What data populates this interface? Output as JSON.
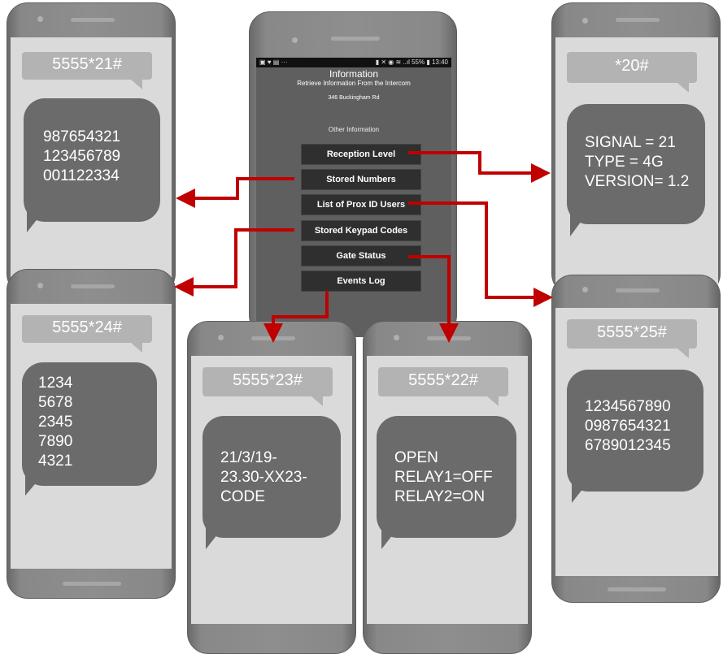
{
  "app": {
    "title": "Information",
    "subtitle": "Retrieve Information From the Intercom",
    "address": "346 Buckingham Rd",
    "section": "Other Information",
    "status_time": "13:40",
    "status_battery": "55%"
  },
  "menu": [
    {
      "label": "Reception Level"
    },
    {
      "label": "Stored Numbers"
    },
    {
      "label": "List of Prox ID Users"
    },
    {
      "label": "Stored Keypad Codes"
    },
    {
      "label": "Gate Status"
    },
    {
      "label": "Events Log"
    }
  ],
  "phones": {
    "top_left": {
      "code": "5555*21#",
      "reply": "987654321\n123456789\n001122334"
    },
    "bottom_left": {
      "code": "5555*24#",
      "reply": "1234\n5678\n2345\n7890\n4321"
    },
    "top_right": {
      "code": "*20#",
      "reply": "SIGNAL = 21\nTYPE = 4G\nVERSION= 1.2"
    },
    "bottom_right": {
      "code": "5555*25#",
      "reply": "1234567890\n0987654321\n6789012345"
    },
    "bottom_mid_left": {
      "code": "5555*23#",
      "reply": "21/3/19-\n23.30-XX23-\nCODE"
    },
    "bottom_mid_right": {
      "code": "5555*22#",
      "reply": "OPEN\nRELAY1=OFF\nRELAY2=ON"
    }
  },
  "colors": {
    "arrow": "#c00000",
    "button": "#2f2f2f",
    "bubble": "#6b6b6b",
    "header_bubble": "#b3b3b3"
  }
}
